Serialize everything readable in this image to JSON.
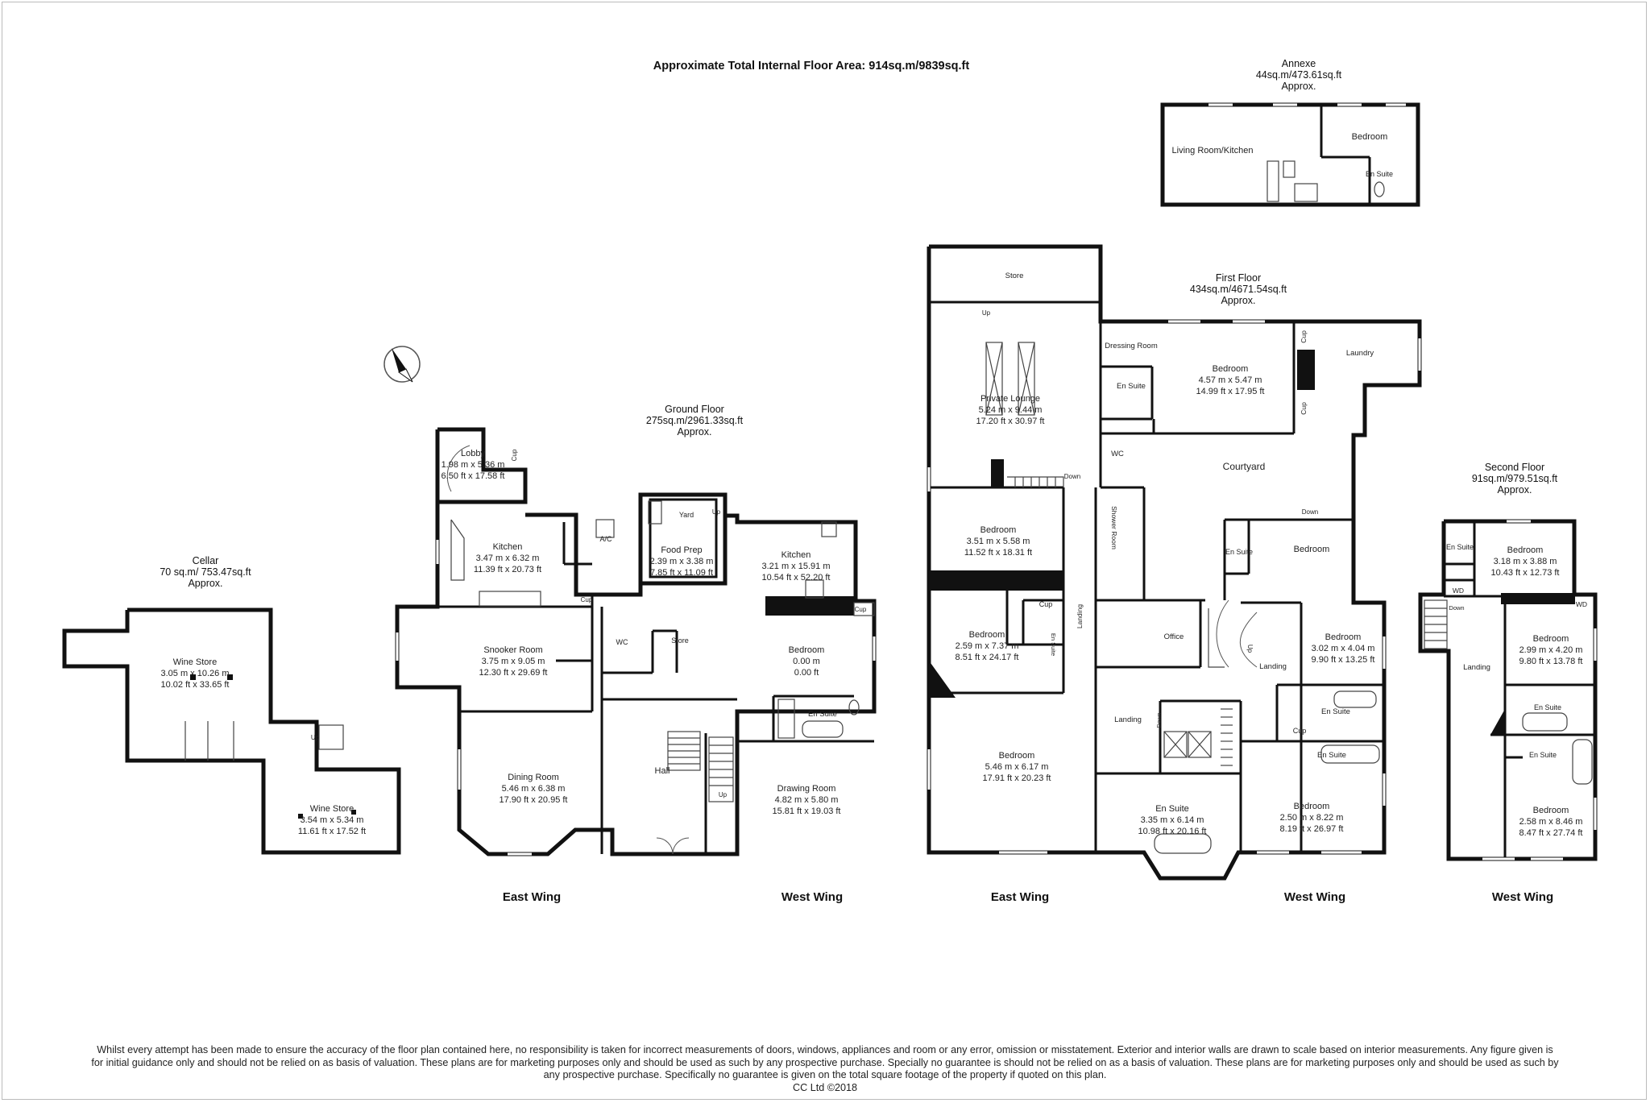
{
  "title": "Approximate Total Internal Floor Area: 914sq.m/9839sq.ft",
  "sections": {
    "annexe": [
      "Annexe",
      "44sq.m/473.61sq.ft",
      "Approx."
    ],
    "first_floor": [
      "First Floor",
      "434sq.m/4671.54sq.ft",
      "Approx."
    ],
    "ground_floor": [
      "Ground Floor",
      "275sq.m/2961.33sq.ft",
      "Approx."
    ],
    "second_floor": [
      "Second Floor",
      "91sq.m/979.51sq.ft",
      "Approx."
    ],
    "cellar": [
      "Cellar",
      "70 sq.m/ 753.47sq.ft",
      "Approx."
    ]
  },
  "wings": {
    "ground_east": "East Wing",
    "ground_west": "West Wing",
    "first_east": "East Wing",
    "first_west": "West Wing",
    "second_west": "West Wing"
  },
  "rooms": {
    "annexe_living": [
      "Living Room/Kitchen"
    ],
    "annexe_bedroom": [
      "Bedroom"
    ],
    "annexe_ensuite": [
      "En Suite"
    ],
    "cellar_wine1": [
      "Wine Store",
      "3.05 m  x 10.26 m",
      "10.02 ft  x 33.65 ft"
    ],
    "cellar_wine2": [
      "Wine Store",
      "3.54 m  x 5.34 m",
      "11.61 ft  x 17.52 ft"
    ],
    "g_lobby": [
      "Lobby",
      "1.98 m  x 5.36 m",
      "6.50 ft  x 17.58 ft"
    ],
    "g_kitchen1": [
      "Kitchen",
      "3.47 m  x 6.32 m",
      "11.39 ft  x 20.73 ft"
    ],
    "g_ac": [
      "A/C"
    ],
    "g_yard": [
      "Yard"
    ],
    "g_foodprep": [
      "Food Prep",
      "2.39 m  x 3.38 m",
      "7.85 ft  x 11.09 ft"
    ],
    "g_kitchen2": [
      "Kitchen",
      "3.21 m  x 15.91 m",
      "10.54 ft  x 52.20 ft"
    ],
    "g_snooker": [
      "Snooker Room",
      "3.75 m  x 9.05 m",
      "12.30 ft  x 29.69 ft"
    ],
    "g_wc": [
      "WC"
    ],
    "g_store": [
      "Store"
    ],
    "g_bedroom": [
      "Bedroom",
      "0.00 m",
      "0.00 ft"
    ],
    "g_ensuite": [
      "En Suite"
    ],
    "g_dining": [
      "Dining Room",
      "5.46 m  x 6.38 m",
      "17.90 ft  x 20.95 ft"
    ],
    "g_hall": [
      "Hall"
    ],
    "g_drawing": [
      "Drawing Room",
      "4.82 m  x 5.80 m",
      "15.81 ft  x 19.03 ft"
    ],
    "f_store": [
      "Store"
    ],
    "f_lounge": [
      "Private Lounge",
      "5.24 m  x 9.44 m",
      "17.20 ft  x 30.97 ft"
    ],
    "f_dressing": [
      "Dressing Room"
    ],
    "f_bed_main": [
      "Bedroom",
      "4.57 m  x 5.47 m",
      "14.99 ft  x 17.95 ft"
    ],
    "f_laundry": [
      "Laundry"
    ],
    "f_ensuite1": [
      "En Suite"
    ],
    "f_wc": [
      "WC"
    ],
    "f_courtyard": [
      "Courtyard"
    ],
    "f_bed_a": [
      "Bedroom",
      "3.51 m  x 5.58 m",
      "11.52 ft  x 18.31 ft"
    ],
    "f_shower": [
      "Shower Room"
    ],
    "f_ensuite_c": [
      "En Suite"
    ],
    "f_bed_c": [
      "Bedroom"
    ],
    "f_bed_b": [
      "Bedroom",
      "2.59 m  x 7.37 m",
      "8.51 ft  x 24.17 ft"
    ],
    "f_office": [
      "Office"
    ],
    "f_bed_d": [
      "Bedroom",
      "3.02 m  x 4.04 m",
      "9.90 ft  x 13.25 ft"
    ],
    "f_landing1": [
      "Landing"
    ],
    "f_landing2": [
      "Landing"
    ],
    "f_landing3": [
      "Landing"
    ],
    "f_ensuite_d": [
      "En Suite"
    ],
    "f_ensuite_e": [
      "En Suite"
    ],
    "f_bed_e": [
      "Bedroom",
      "5.46 m  x 6.17 m",
      "17.91 ft  x 20.23 ft"
    ],
    "f_ensuite_big": [
      "En Suite",
      "3.35 m  x 6.14 m",
      "10.98 ft  x 20.16 ft"
    ],
    "f_bed_f": [
      "Bedroom",
      "2.50 m  x 8.22 m",
      "8.19 ft  x 26.97 ft"
    ],
    "f_ensuite_b": [
      "En Suite"
    ],
    "s_ensuite1": [
      "En Suite"
    ],
    "s_bed1": [
      "Bedroom",
      "3.18 m  x 3.88 m",
      "10.43 ft  x 12.73 ft"
    ],
    "s_landing": [
      "Landing"
    ],
    "s_bed2": [
      "Bedroom",
      "2.99 m  x 4.20 m",
      "9.80 ft  x 13.78 ft"
    ],
    "s_ensuite2": [
      "En Suite"
    ],
    "s_ensuite3": [
      "En Suite"
    ],
    "s_bed3": [
      "Bedroom",
      "2.58 m  x 8.46 m",
      "8.47 ft  x 27.74 ft"
    ]
  },
  "small_labels": {
    "cup": "Cup",
    "up": "Up",
    "down": "Down",
    "wd": "WD"
  },
  "disclaimer": [
    "Whilst every attempt has been made to ensure the accuracy of the floor plan contained here, no responsibility is taken for incorrect measurements of doors, windows, appliances and room or any error, omission or misstatement. Exterior and interior walls are drawn to scale based on interior measurements. Any figure given is",
    "for initial guidance only and should not be relied on as basis of valuation. These plans are for marketing purposes only and should be used as such by any prospective purchase. Specially no guarantee is should not be relied on as a basis of valuation. These plans are for marketing purposes only and should be used as such by",
    "any prospective purchase. Specifically no guarantee is given on the total square footage of the property if quoted on this plan.",
    "CC Ltd ©2018"
  ]
}
